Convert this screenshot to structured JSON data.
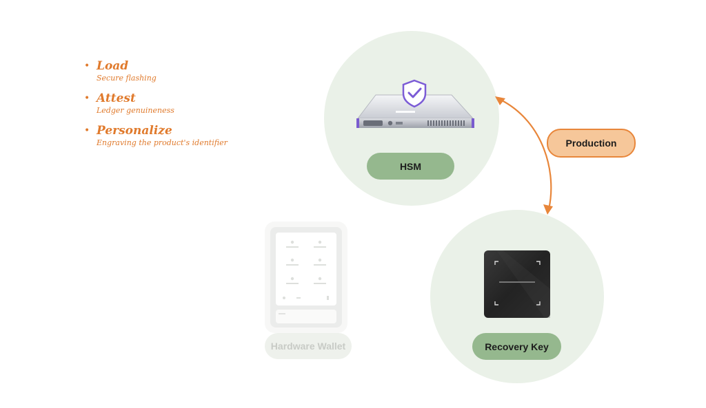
{
  "steps": [
    {
      "title": "Load",
      "subtitle": "Secure flashing"
    },
    {
      "title": "Attest",
      "subtitle": "Ledger genuineness"
    },
    {
      "title": "Personalize",
      "subtitle": "Engraving the product's identifier"
    }
  ],
  "nodes": {
    "hsm": {
      "label": "HSM"
    },
    "recovery": {
      "label": "Recovery Key"
    },
    "wallet": {
      "label": "Hardware Wallet"
    }
  },
  "edge": {
    "label": "Production"
  },
  "colors": {
    "accent": "#e07a2c",
    "circle": "#eaf1e8",
    "pill": "#95b88e",
    "shield": "#7b5bd6"
  }
}
